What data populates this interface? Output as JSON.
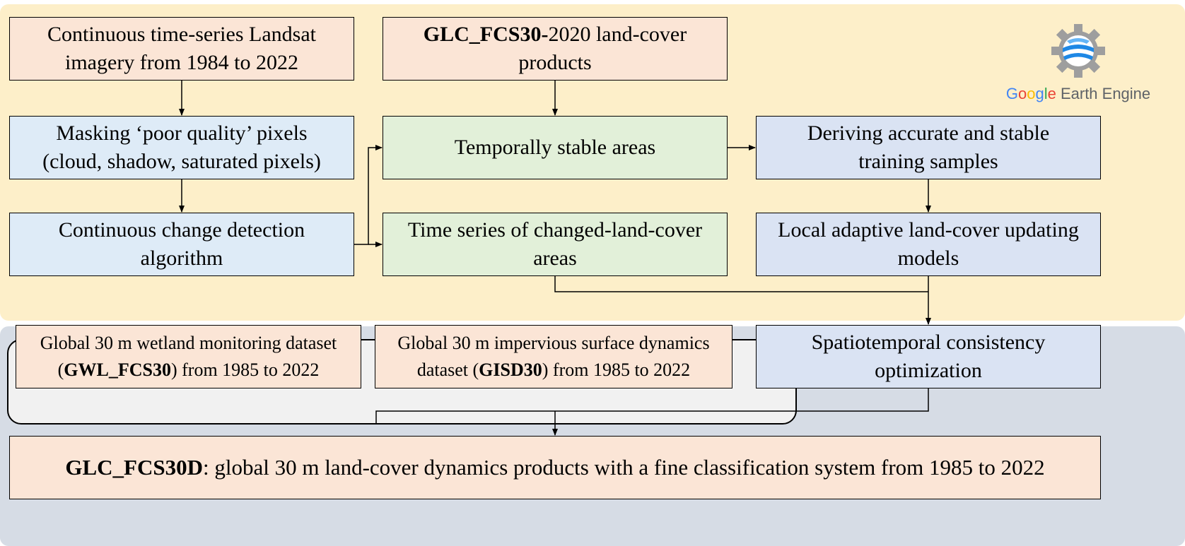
{
  "logo": {
    "brand_g": "G",
    "brand_o1": "o",
    "brand_o2": "o",
    "brand_g2": "g",
    "brand_l": "l",
    "brand_e": "e",
    "product": " Earth Engine",
    "icon": "earth-engine-gear-globe-icon"
  },
  "boxes": {
    "landsat": {
      "line1": "Continuous time-series Landsat",
      "line2": "imagery from 1984 to 2022"
    },
    "glc2020": {
      "bold": "GLC_FCS30-",
      "rest": "2020 land-cover",
      "line2": "products"
    },
    "masking": {
      "line1": "Masking ‘poor quality’ pixels",
      "line2": "(cloud, shadow, saturated pixels)"
    },
    "stable": {
      "line1": "Temporally stable areas"
    },
    "deriving": {
      "line1": "Deriving accurate and stable",
      "line2": "training samples"
    },
    "ccd": {
      "line1": "Continuous change detection",
      "line2": "algorithm"
    },
    "timeseries": {
      "line1": "Time series of changed-land-cover",
      "line2": "areas"
    },
    "local": {
      "line1": "Local adaptive land-cover updating",
      "line2": "models"
    },
    "wetland": {
      "line1": "Global 30 m wetland monitoring dataset",
      "open": "(",
      "bold": "GWL_FCS30",
      "rest": ") from 1985 to 2022"
    },
    "impervious": {
      "line1": "Global 30 m impervious surface dynamics",
      "pre": "dataset (",
      "bold": "GISD30",
      "rest": ") from 1985 to 2022"
    },
    "spatio": {
      "line1": "Spatiotemporal consistency",
      "line2": "optimization"
    },
    "final": {
      "bold": "GLC_FCS30D",
      "rest": ": global 30 m land-cover dynamics products with a fine classification system from 1985 to 2022"
    }
  },
  "colors": {
    "top_panel": "#fdefc9",
    "bottom_panel": "#d6dce5",
    "peach": "#fbe5d6",
    "blue": "#deebf7",
    "green": "#e2f0d9",
    "lavender": "#dae3f3"
  }
}
